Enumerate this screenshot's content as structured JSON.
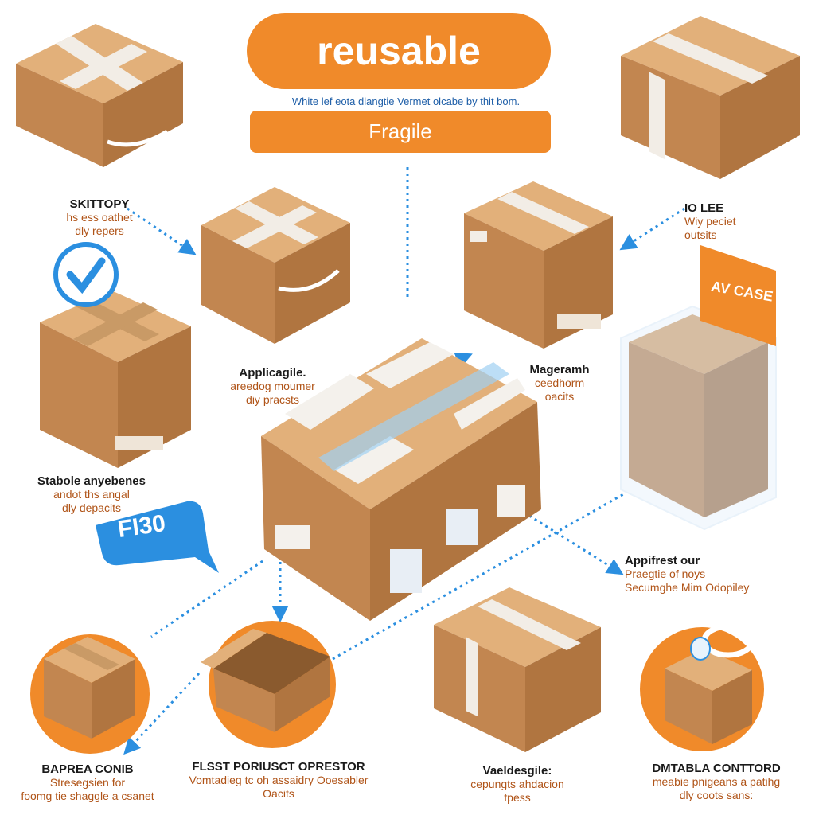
{
  "header": {
    "title": "reusable",
    "subtitle": "White lef eota dlangtie Vermet olcabe by thit bom.",
    "badge": "Fragile"
  },
  "labels": {
    "top_left": {
      "heading": "SKITTOPY",
      "line1": "hs ess oathet",
      "line2": "dly repers"
    },
    "top_right": {
      "heading": "IO LEE",
      "line1": "Wiy peciet",
      "line2": "outsits"
    },
    "mid_left": {
      "heading": "Applicagile.",
      "line1": "areedog moumer",
      "line2": "diy pracsts"
    },
    "mid_right": {
      "heading": "Mageramh",
      "line1": "ceedhorm",
      "line2": "oacits"
    },
    "left": {
      "heading": "Stabole anyebenes",
      "line1": "andot ths angal",
      "line2": "dly depacits"
    },
    "right": {
      "heading": "Appifrest our",
      "line1": "Praegtie of noys",
      "line2": "Secumghe Mim Odopiley"
    },
    "bottom_1": {
      "heading": "BAPREA CONIB",
      "line1": "Stresegsien for",
      "line2": "foomg tie shaggle a csanet"
    },
    "bottom_2": {
      "heading": "FLSST PORIUSCT OPRESTOR",
      "line1": "Vomtadieg tc oh assaidry Ooesabler",
      "line2": "Oacits"
    },
    "bottom_3": {
      "heading": "Vaeldesgile:",
      "line1": "cepungts ahdacion",
      "line2": "fpess"
    },
    "bottom_4": {
      "heading": "DMTABLA CONTTORD",
      "line1": "meabie pnigeans a patihg",
      "line2": "dly coots sans:"
    }
  },
  "tags": {
    "speech": "FI30",
    "orange_card": "AV CASE"
  },
  "colors": {
    "orange": "#f08a2a",
    "blue": "#2b8fe0",
    "cardboard": "#c9925a",
    "tape": "#efe9e1"
  }
}
